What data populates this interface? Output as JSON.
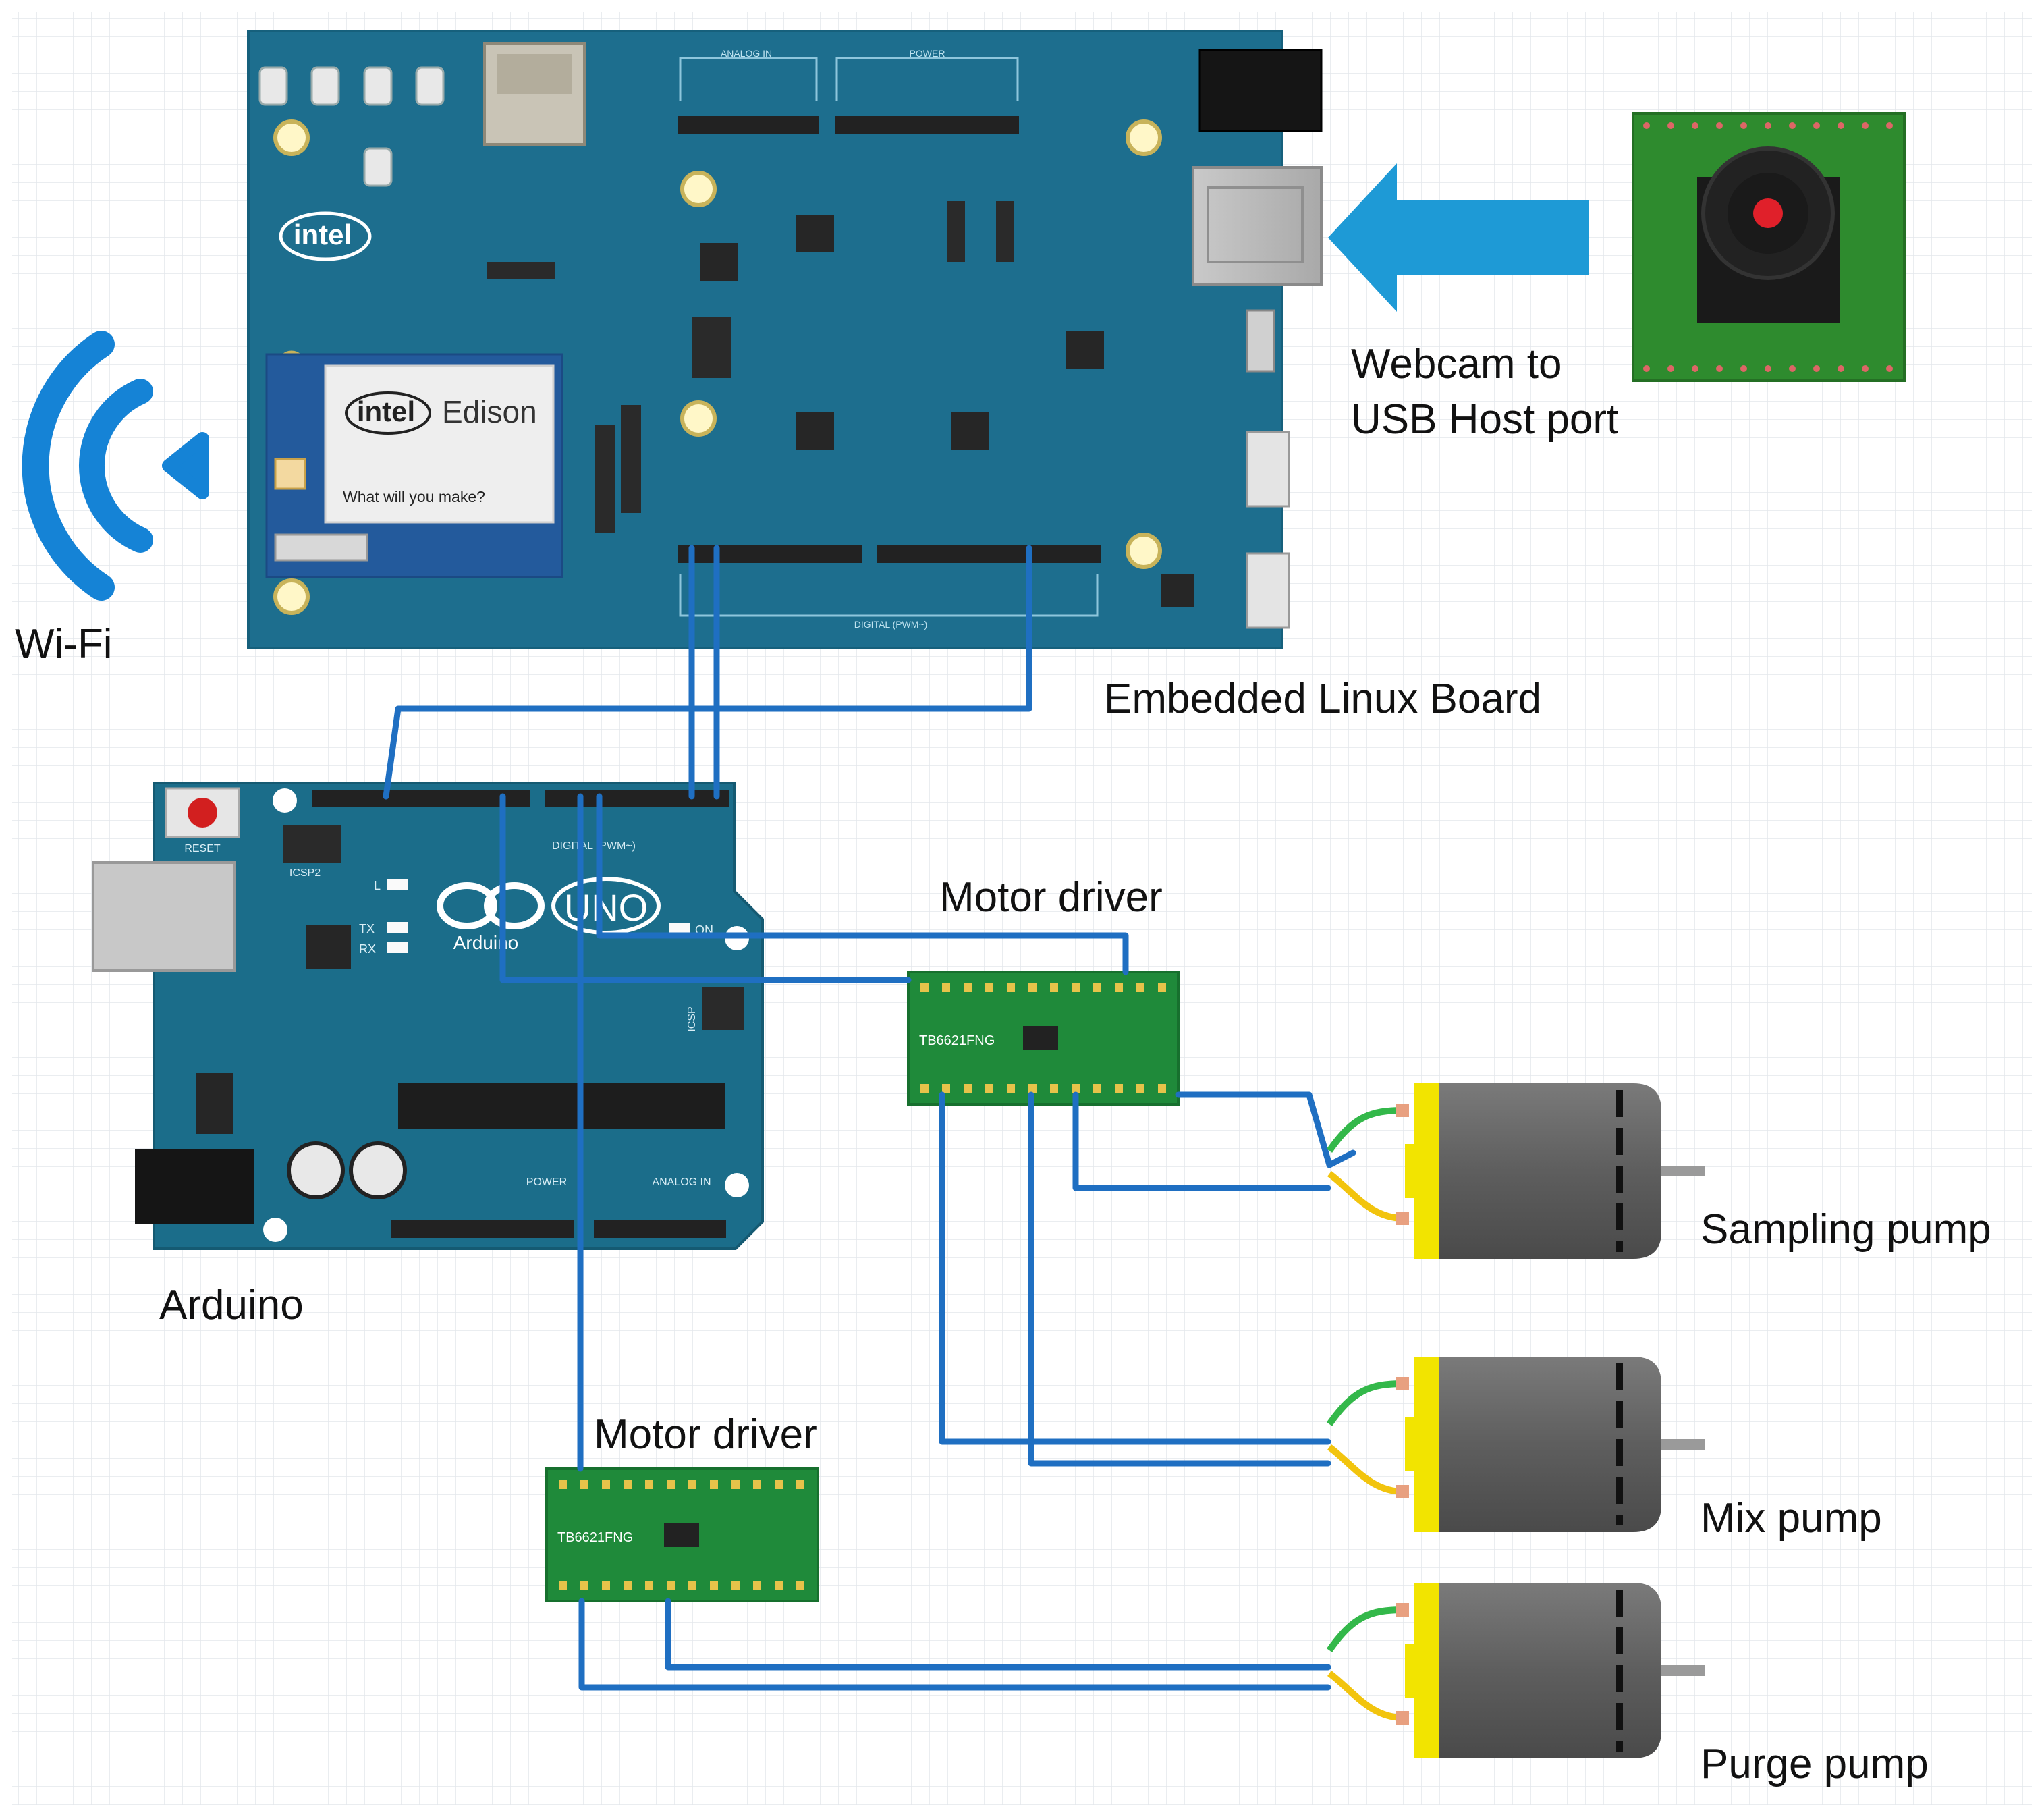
{
  "labels": {
    "wifi": "Wi-Fi",
    "webcam_line1": "Webcam to",
    "webcam_line2": "USB Host port",
    "embedded_board": "Embedded Linux Board",
    "arduino": "Arduino",
    "motor_driver_top": "Motor driver",
    "motor_driver_bottom": "Motor driver",
    "sampling_pump": "Sampling pump",
    "mix_pump": "Mix pump",
    "purge_pump": "Purge pump"
  },
  "board_text": {
    "intel_logo": "intel",
    "edison_brand": "intel",
    "edison_name": "Edison",
    "edison_tagline": "What will you make?",
    "analog_in": "ANALOG IN",
    "power": "POWER",
    "digital_pwm": "DIGITAL (PWM~)",
    "arduino_reset": "RESET",
    "arduino_icsp2": "ICSP2",
    "arduino_logo": "UNO",
    "arduino_name": "Arduino",
    "arduino_on": "ON",
    "arduino_tx": "TX",
    "arduino_rx": "RX",
    "arduino_l": "L",
    "arduino_icsp": "ICSP",
    "arduino_digital": "DIGITAL (PWM~)",
    "arduino_power": "POWER",
    "arduino_analog": "ANALOG IN",
    "driver_chip": "TB6621FNG"
  },
  "colors": {
    "grid": "#e3e7ec",
    "edison_board": "#1d6e8e",
    "arduino_board": "#1b6d8a",
    "wire": "#1f6fc2",
    "arrow": "#1e9ad6",
    "driver_pcb": "#1f8a3a",
    "webcam_pcb": "#2e8b2e",
    "motor_cap": "#f2e400",
    "motor_body": "#6b6b6b",
    "wifi": "#1583d6",
    "lead_green": "#33b84a",
    "lead_yellow": "#f2c40e"
  }
}
